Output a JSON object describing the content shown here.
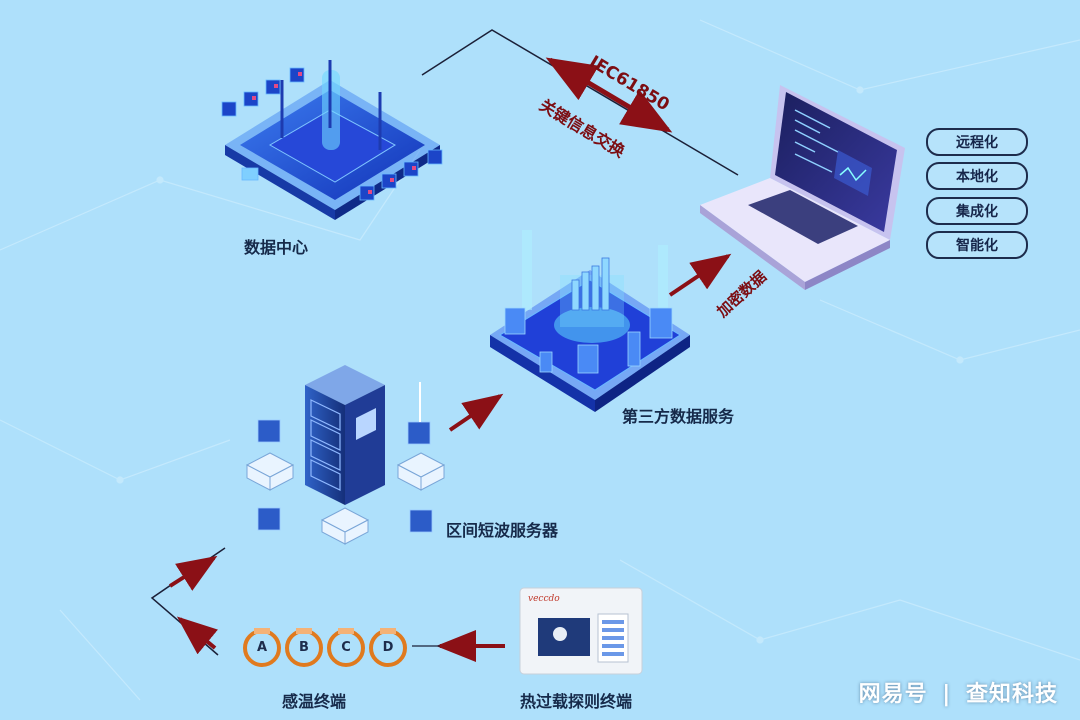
{
  "nodes": {
    "data_center": "数据中心",
    "third_party": "第三方数据服务",
    "section_server": "区间短波服务器",
    "sensor_terminal": "感温终端",
    "overload_terminal": "热过载探则终端"
  },
  "arrows": {
    "protocol": "IEC61850",
    "key_exchange": "关键信息交换",
    "encrypted": "加密数据"
  },
  "features": [
    "远程化",
    "本地化",
    "集成化",
    "智能化"
  ],
  "sensors": [
    "A",
    "B",
    "C",
    "D"
  ],
  "device_panel": {
    "brand": "veccdo"
  },
  "watermark": {
    "site": "网易号",
    "account": "查知科技"
  },
  "colors": {
    "background": "#aee0fb",
    "arrow": "#8b1016",
    "label": "#162a4a"
  }
}
